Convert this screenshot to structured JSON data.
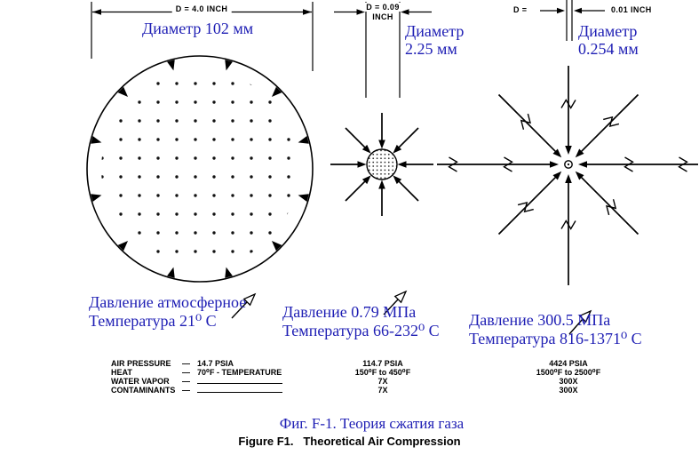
{
  "colors": {
    "label_blue": "#1e1eb4",
    "line_black": "#000000"
  },
  "stage1": {
    "dim": "D = 4.0 INCH",
    "diameter": "Диаметр 102 мм",
    "pressure": "Давление атмосферное",
    "temperature": "Температура 21⁰ С"
  },
  "stage2": {
    "dim_value": "D = 0.09",
    "dim_unit": "INCH",
    "diameter_line1": "Диаметр",
    "diameter_line2": "2.25 мм",
    "pressure": "Давление 0.79 МПа",
    "temperature": "Температура 66-232⁰ С"
  },
  "stage3": {
    "dim_prefix": "D =",
    "dim_value": "0.01 INCH",
    "diameter_line1": "Диаметр",
    "diameter_line2": "0.254 мм",
    "pressure": "Давление 300.5 МПа",
    "temperature": "Температура 816-1371⁰ С"
  },
  "table": {
    "dash": "—",
    "rows": [
      {
        "label": "AIR PRESSURE",
        "col1": "14.7 PSIA",
        "col2": "114.7 PSIA",
        "col3": "4424 PSIA"
      },
      {
        "label": "HEAT",
        "col1": "70⁰F - TEMPERATURE",
        "col2": "150⁰F to 450⁰F",
        "col3": "1500⁰F to 2500⁰F"
      },
      {
        "label": "WATER VAPOR",
        "col1": "",
        "col2": "7X",
        "col3": "300X"
      },
      {
        "label": "CONTAMINANTS",
        "col1": "",
        "col2": "7X",
        "col3": "300X"
      }
    ]
  },
  "captions": {
    "russian": "Фиг. F-1. Теория сжатия газа",
    "english": "Figure F1.   Theoretical Air Compression"
  }
}
